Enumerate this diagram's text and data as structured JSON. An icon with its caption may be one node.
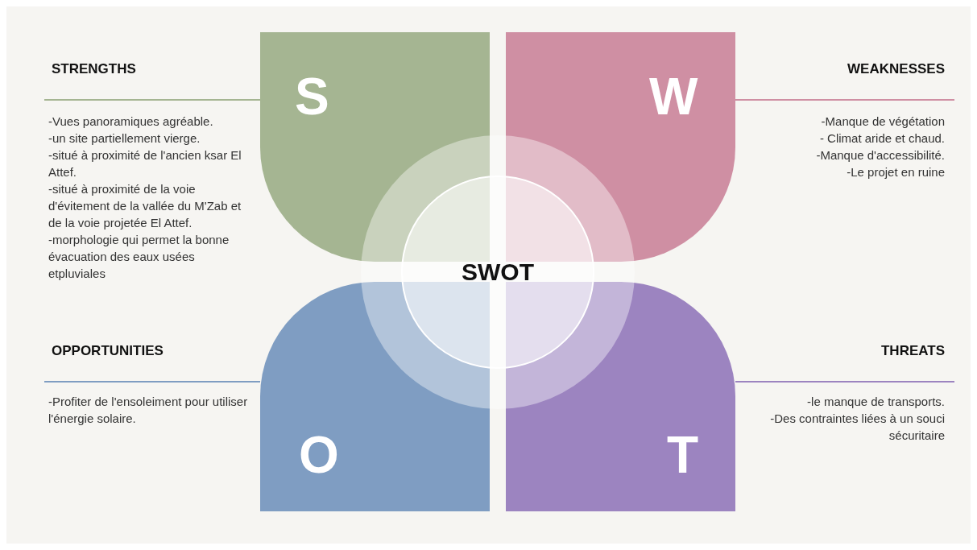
{
  "diagram": {
    "nodes": [
      {
        "text": [
          "S"
        ],
        "beside": [
          "STRENGTHS",
          "-Vues panoramiques agréable.",
          "-un site partiellement vierge.",
          "-situé à proximité de l'ancien ksar El Attef.",
          "-situé à proximité de la voie d'évitement de la vallée du M'Zab et de la voie projetée El Attef.",
          "-morphologie qui permet la bonne évacuation des eaux usées etpluviales"
        ]
      },
      {
        "text": [
          "W"
        ],
        "beside": [
          "WEAKNESSES",
          "-Manque de végétation",
          "- Climat aride et chaud.",
          "-Manque d'accessibilité.",
          "-Le projet en ruine"
        ]
      },
      {
        "text": [
          "SWOT"
        ]
      },
      {
        "text": [
          "O"
        ],
        "beside": [
          "OPPORTUNITIES",
          "-Profiter de l'ensoleiment pour utiliser l'énergie solaire."
        ]
      },
      {
        "text": [
          "T"
        ],
        "beside": [
          "THREATS",
          "-le manque de transports.",
          "-Des contraintes liées à un souci sécuritaire"
        ]
      }
    ]
  }
}
